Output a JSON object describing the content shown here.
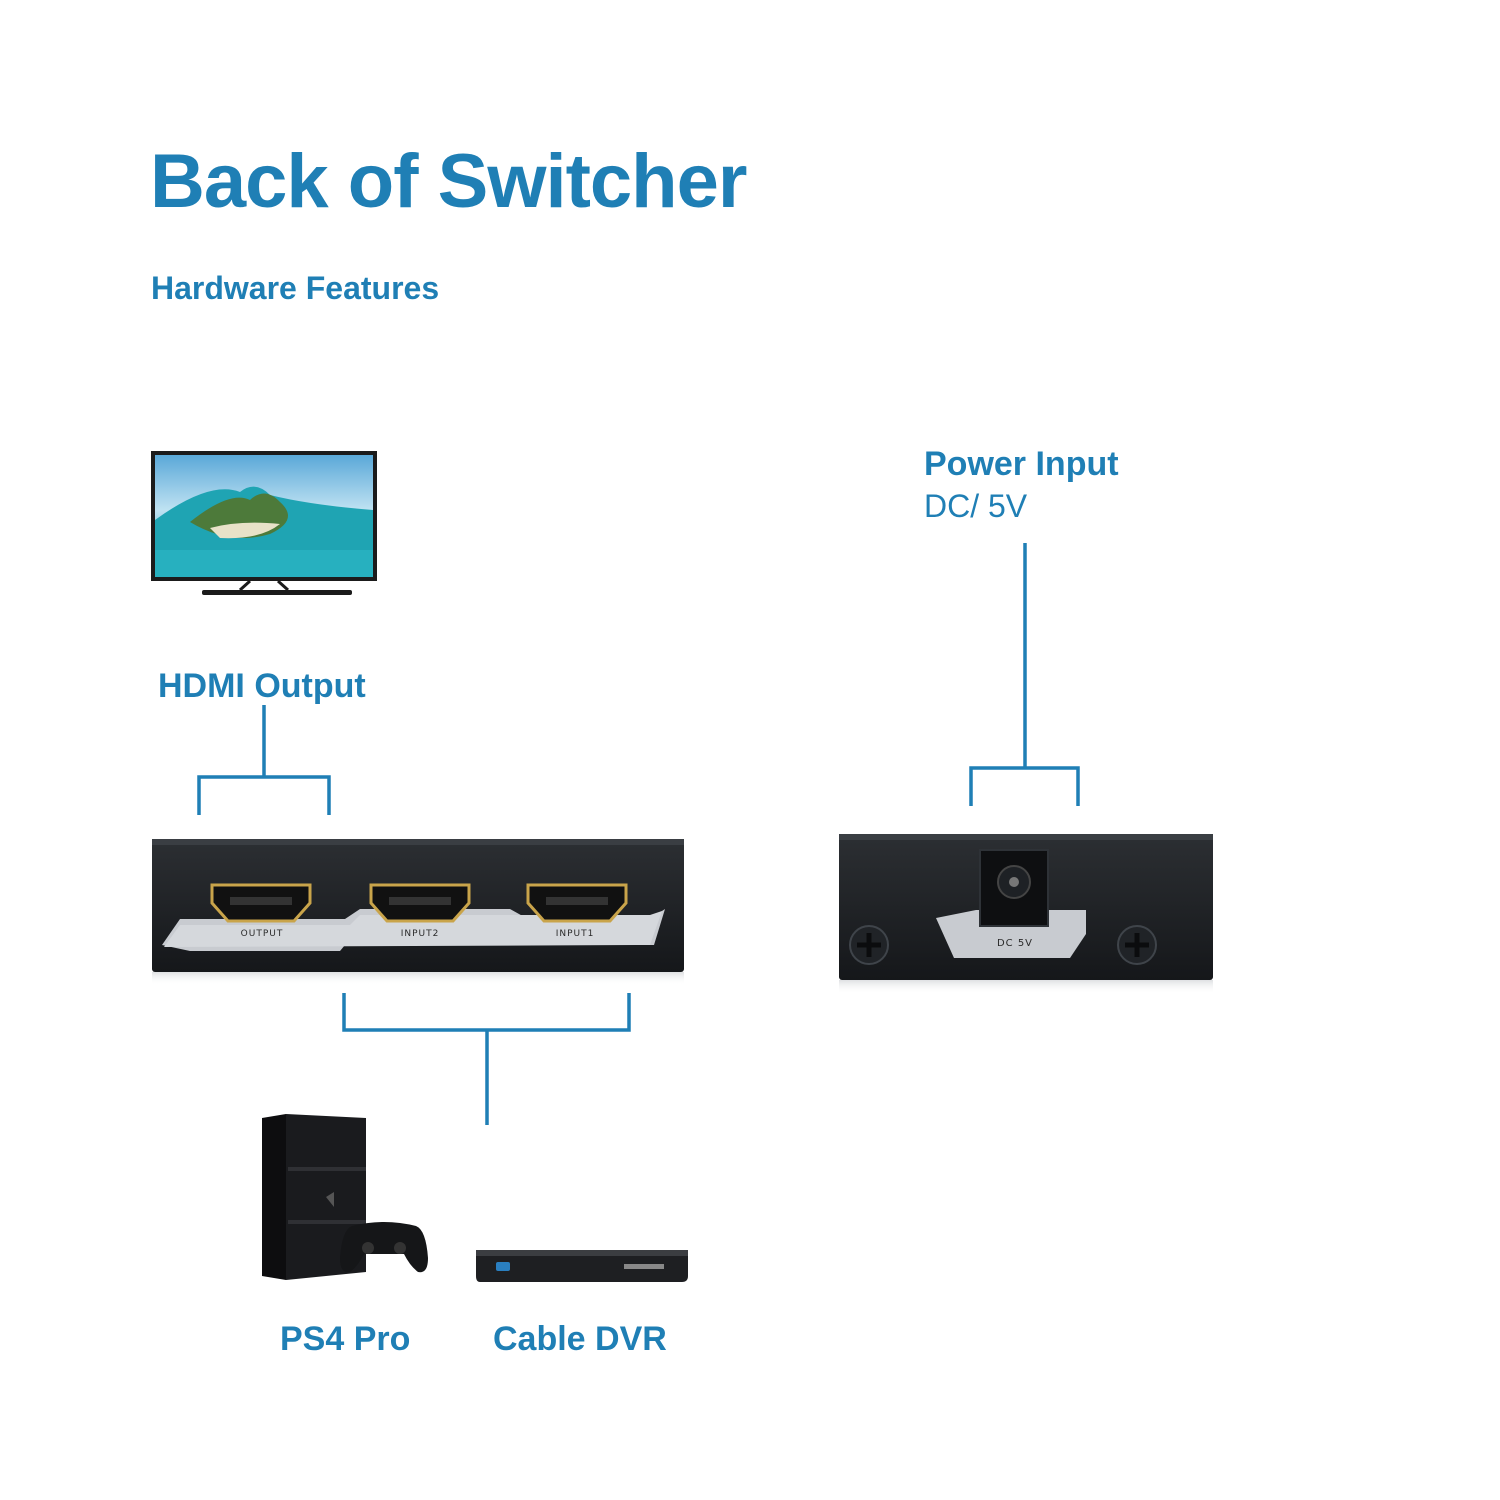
{
  "title": "Back of Switcher",
  "subtitle": "Hardware Features",
  "accent_color": "#1f7fb5",
  "labels": {
    "hdmi_output": "HDMI Output",
    "power_input": "Power Input",
    "power_spec": "DC/ 5V",
    "ps4_pro": "PS4 Pro",
    "cable_dvr": "Cable DVR"
  },
  "switcher_front": {
    "ports": [
      "OUTPUT",
      "INPUT2",
      "INPUT1"
    ]
  },
  "switcher_side": {
    "port_label": "DC 5V"
  },
  "icons": [
    "tv-icon",
    "ps4-pro-icon",
    "controller-icon",
    "cable-dvr-icon",
    "hdmi-port-icon",
    "dc-jack-icon",
    "screw-icon"
  ]
}
